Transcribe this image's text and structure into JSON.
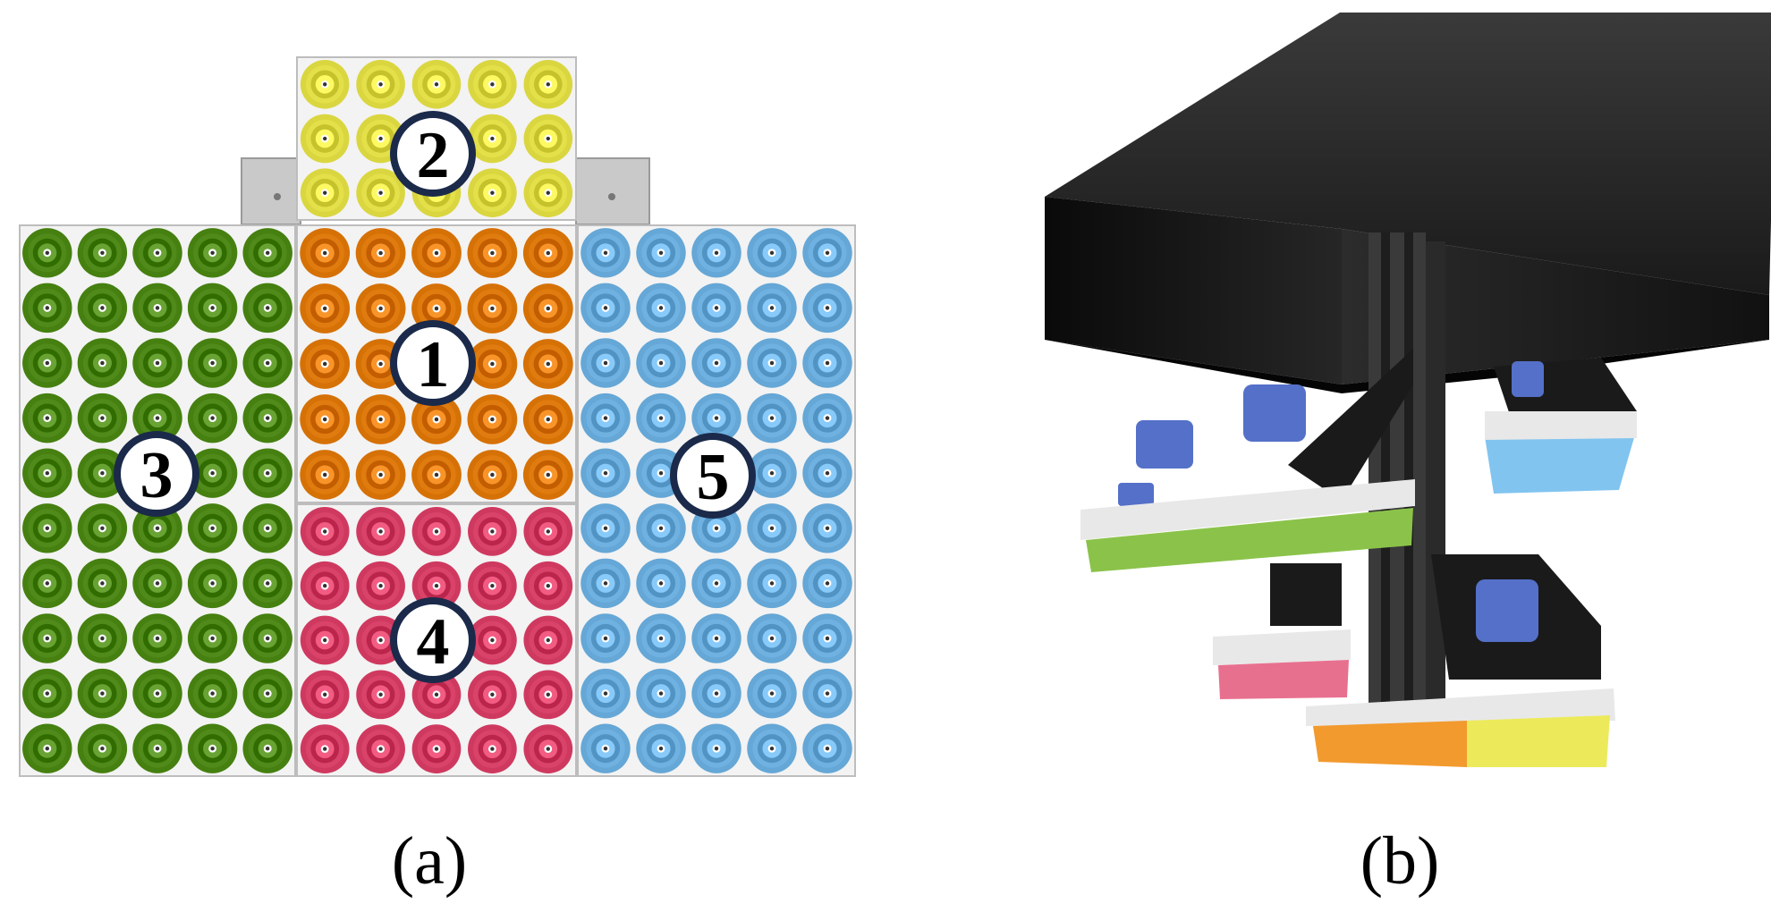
{
  "panels": [
    {
      "caption": "(a)",
      "view": "top-down layout of suction-cup modules",
      "modules": [
        {
          "label": "1",
          "color": "#E07B10",
          "rows": 5,
          "cols": 5
        },
        {
          "label": "2",
          "color": "#E4E04A",
          "rows": 3,
          "cols": 5
        },
        {
          "label": "3",
          "color": "#4F8A1A",
          "rows": 10,
          "cols": 5
        },
        {
          "label": "4",
          "color": "#D9436A",
          "rows": 5,
          "cols": 5
        },
        {
          "label": "5",
          "color": "#6FB1E0",
          "rows": 10,
          "cols": 5
        }
      ]
    },
    {
      "caption": "(b)",
      "view": "3D render of gripper assembly",
      "colors": {
        "housing": "#111111",
        "frame": "#2a2a2a",
        "plate": "#e8e8e8",
        "motor": "#5470c8",
        "green_cups": "#8bc34a",
        "blue_cups": "#81c4f0",
        "pink_cups": "#e8708f",
        "orange_cups": "#f29a2e",
        "yellow_cups": "#ecea5a"
      }
    }
  ]
}
